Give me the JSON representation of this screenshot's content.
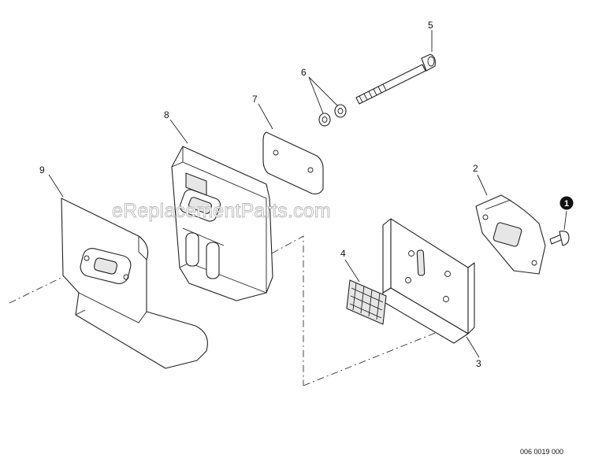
{
  "callouts": {
    "badge": "1",
    "part_2": "2",
    "part_3": "3",
    "part_4": "4",
    "part_5": "5",
    "part_6": "6",
    "part_7": "7",
    "part_8": "8",
    "part_9": "9"
  },
  "watermark": "eReplacementParts.com",
  "drawing_number": "006 0019 000",
  "colors": {
    "line": "#222222",
    "badge": "#111111",
    "watermark_outline": "#b8b8b8"
  }
}
